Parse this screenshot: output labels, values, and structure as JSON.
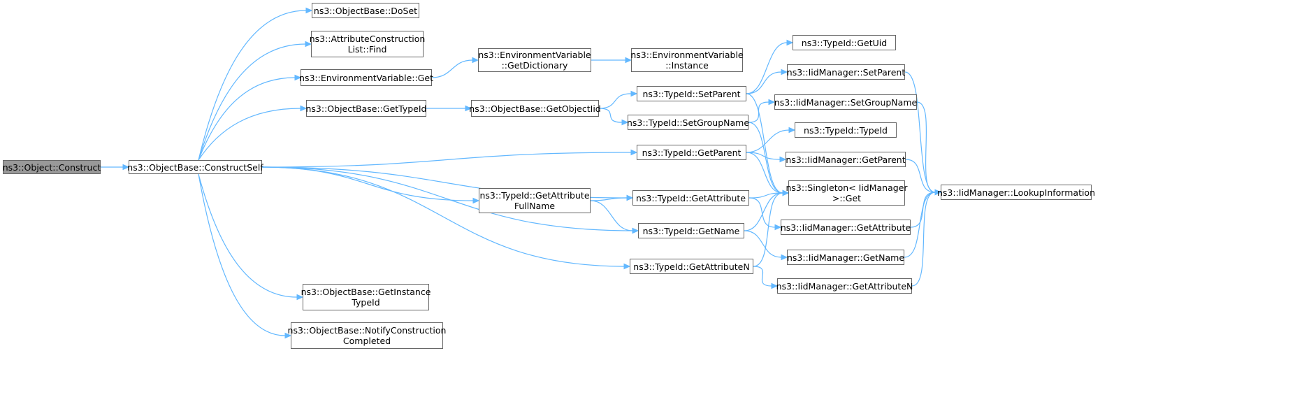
{
  "graph": {
    "colors": {
      "edge": "#63b8ff",
      "root_fill": "#999999",
      "node_fill": "#ffffff",
      "border": "#666666"
    },
    "nodes": [
      {
        "id": "construct",
        "label": "ns3::Object::Construct",
        "root": true
      },
      {
        "id": "constructSelf",
        "label": "ns3::ObjectBase::ConstructSelf"
      },
      {
        "id": "doSet",
        "label": "ns3::ObjectBase::DoSet"
      },
      {
        "id": "acFind",
        "label": "ns3::AttributeConstruction\nList::Find"
      },
      {
        "id": "envGet",
        "label": "ns3::EnvironmentVariable::Get"
      },
      {
        "id": "getTypeId",
        "label": "ns3::ObjectBase::GetTypeId"
      },
      {
        "id": "getInstanceTypeId",
        "label": "ns3::ObjectBase::GetInstance\nTypeId"
      },
      {
        "id": "notifyConstruction",
        "label": "ns3::ObjectBase::NotifyConstruction\nCompleted"
      },
      {
        "id": "envGetDict",
        "label": "ns3::EnvironmentVariable\n::GetDictionary"
      },
      {
        "id": "envInstance",
        "label": "ns3::EnvironmentVariable\n::Instance"
      },
      {
        "id": "getObjectIid",
        "label": "ns3::ObjectBase::GetObjectIid"
      },
      {
        "id": "getAttrFullName",
        "label": "ns3::TypeId::GetAttribute\nFullName"
      },
      {
        "id": "setParent",
        "label": "ns3::TypeId::SetParent"
      },
      {
        "id": "setGroupName",
        "label": "ns3::TypeId::SetGroupName"
      },
      {
        "id": "tGetParent",
        "label": "ns3::TypeId::GetParent"
      },
      {
        "id": "tGetAttribute",
        "label": "ns3::TypeId::GetAttribute"
      },
      {
        "id": "tGetName",
        "label": "ns3::TypeId::GetName"
      },
      {
        "id": "tGetAttributeN",
        "label": "ns3::TypeId::GetAttributeN"
      },
      {
        "id": "getUid",
        "label": "ns3::TypeId::GetUid"
      },
      {
        "id": "iSetParent",
        "label": "ns3::IidManager::SetParent"
      },
      {
        "id": "iSetGroupName",
        "label": "ns3::IidManager::SetGroupName"
      },
      {
        "id": "typeIdCtor",
        "label": "ns3::TypeId::TypeId"
      },
      {
        "id": "iGetParent",
        "label": "ns3::IidManager::GetParent"
      },
      {
        "id": "singletonGet",
        "label": "ns3::Singleton< IidManager\n>::Get"
      },
      {
        "id": "iGetAttribute",
        "label": "ns3::IidManager::GetAttribute"
      },
      {
        "id": "iGetName",
        "label": "ns3::IidManager::GetName"
      },
      {
        "id": "iGetAttributeN",
        "label": "ns3::IidManager::GetAttributeN"
      },
      {
        "id": "lookup",
        "label": "ns3::IidManager::LookupInformation"
      }
    ],
    "edges": [
      [
        "construct",
        "constructSelf"
      ],
      [
        "constructSelf",
        "doSet"
      ],
      [
        "constructSelf",
        "acFind"
      ],
      [
        "constructSelf",
        "envGet"
      ],
      [
        "constructSelf",
        "getTypeId"
      ],
      [
        "constructSelf",
        "tGetParent"
      ],
      [
        "constructSelf",
        "tGetAttribute"
      ],
      [
        "constructSelf",
        "getAttrFullName"
      ],
      [
        "constructSelf",
        "tGetName"
      ],
      [
        "constructSelf",
        "tGetAttributeN"
      ],
      [
        "constructSelf",
        "getInstanceTypeId"
      ],
      [
        "constructSelf",
        "notifyConstruction"
      ],
      [
        "envGet",
        "envGetDict"
      ],
      [
        "envGetDict",
        "envInstance"
      ],
      [
        "getTypeId",
        "getObjectIid"
      ],
      [
        "getObjectIid",
        "setParent"
      ],
      [
        "getObjectIid",
        "setGroupName"
      ],
      [
        "setParent",
        "getUid"
      ],
      [
        "setParent",
        "iSetParent"
      ],
      [
        "setParent",
        "singletonGet"
      ],
      [
        "setGroupName",
        "iSetGroupName"
      ],
      [
        "setGroupName",
        "singletonGet"
      ],
      [
        "tGetParent",
        "typeIdCtor"
      ],
      [
        "tGetParent",
        "iGetParent"
      ],
      [
        "tGetParent",
        "singletonGet"
      ],
      [
        "getAttrFullName",
        "tGetAttribute"
      ],
      [
        "getAttrFullName",
        "tGetName"
      ],
      [
        "tGetAttribute",
        "singletonGet"
      ],
      [
        "tGetAttribute",
        "iGetAttribute"
      ],
      [
        "tGetName",
        "singletonGet"
      ],
      [
        "tGetName",
        "iGetName"
      ],
      [
        "tGetAttributeN",
        "singletonGet"
      ],
      [
        "tGetAttributeN",
        "iGetAttributeN"
      ],
      [
        "iSetParent",
        "lookup"
      ],
      [
        "iSetGroupName",
        "lookup"
      ],
      [
        "iGetParent",
        "lookup"
      ],
      [
        "iGetAttribute",
        "lookup"
      ],
      [
        "iGetName",
        "lookup"
      ],
      [
        "iGetAttributeN",
        "lookup"
      ]
    ]
  }
}
